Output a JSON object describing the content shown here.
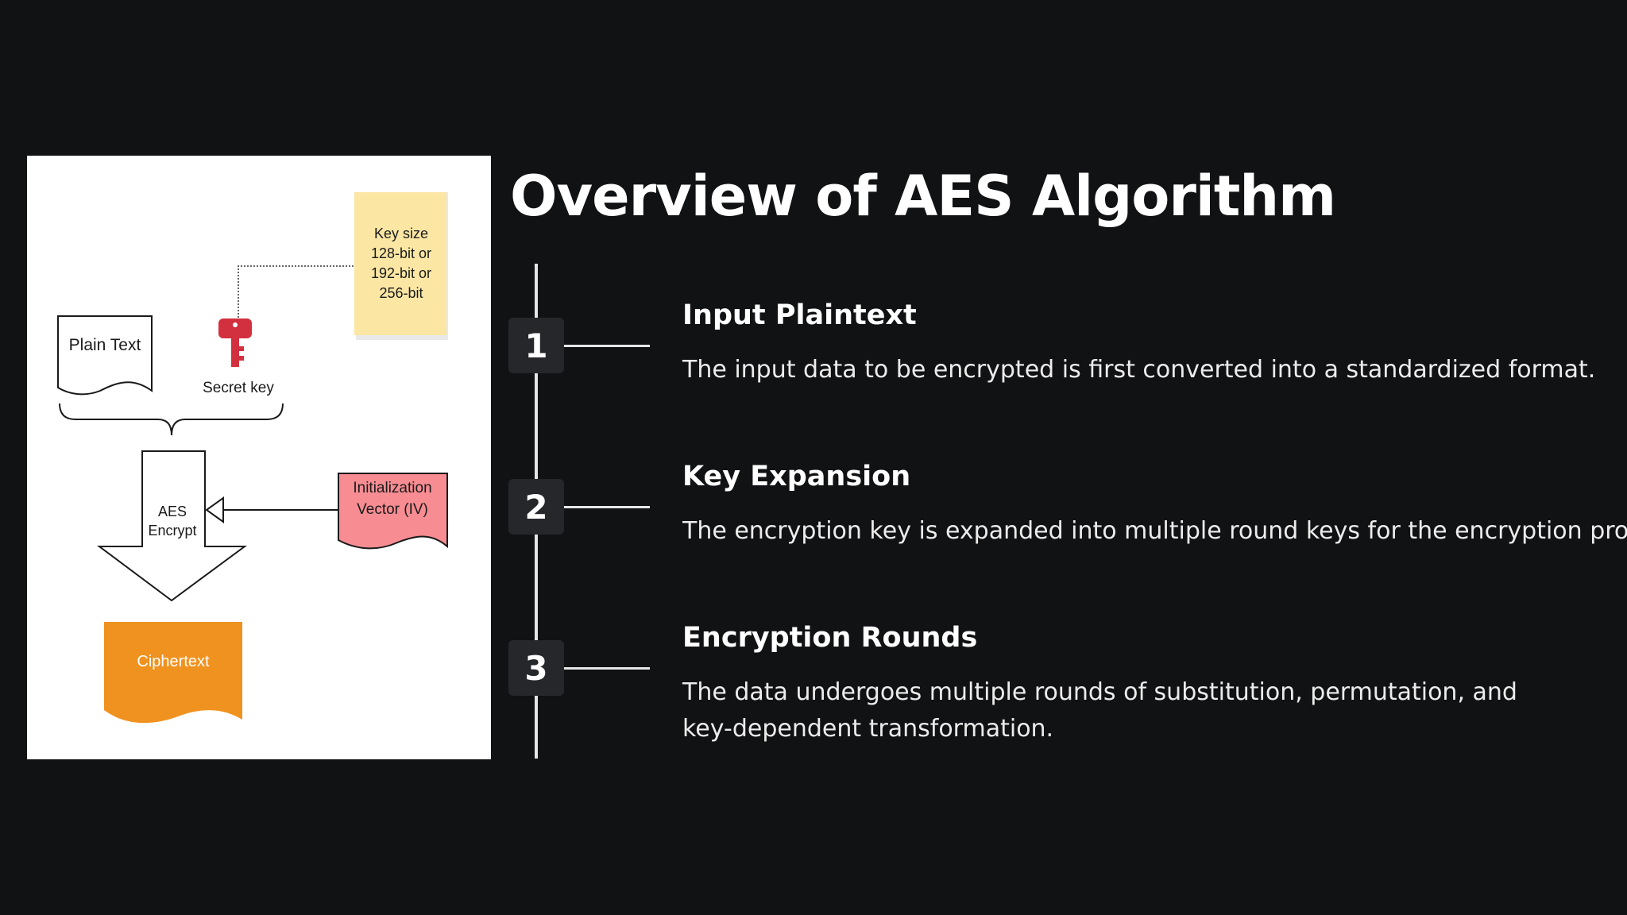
{
  "diagram": {
    "key_size_note": [
      "Key size",
      "128-bit or",
      "192-bit or",
      "256-bit"
    ],
    "plain_text_label": "Plain Text",
    "secret_key_label": "Secret key",
    "aes_encrypt_label": [
      "AES",
      "Encrypt"
    ],
    "iv_label": [
      "Initialization",
      "Vector (IV)"
    ],
    "ciphertext_label": "Ciphertext",
    "colors": {
      "note": "#fbe6a3",
      "key": "#d2303f",
      "iv": "#f78c92",
      "ciphertext": "#f0921f"
    }
  },
  "title": "Overview of AES Algorithm",
  "steps": [
    {
      "number": "1",
      "heading": "Input Plaintext",
      "description": "The input data to be encrypted is first converted into a standardized format."
    },
    {
      "number": "2",
      "heading": "Key Expansion",
      "description": "The encryption key is expanded into multiple round keys for the encryption process."
    },
    {
      "number": "3",
      "heading": "Encryption Rounds",
      "description_lines": [
        "The data undergoes multiple rounds of substitution, permutation, and",
        "key-dependent transformation."
      ]
    }
  ]
}
